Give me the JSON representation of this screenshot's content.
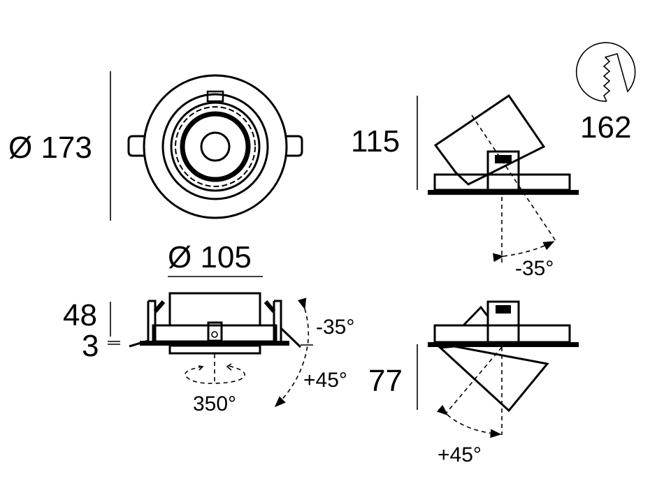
{
  "dimensions": {
    "outer_diameter": "Ø 173",
    "cutout_diameter": "Ø 105",
    "height_above": "48",
    "flange_thickness": "3",
    "tilt_height_up": "115",
    "tilt_height_down": "77",
    "cutout_icon_value": "162"
  },
  "angles": {
    "rotation": "350°",
    "tilt_neg_side": "-35°",
    "tilt_pos_side": "+45°",
    "tilt_neg_view": "-35°",
    "tilt_pos_view": "+45°"
  },
  "colors": {
    "ink": "#000000",
    "background": "#ffffff"
  }
}
